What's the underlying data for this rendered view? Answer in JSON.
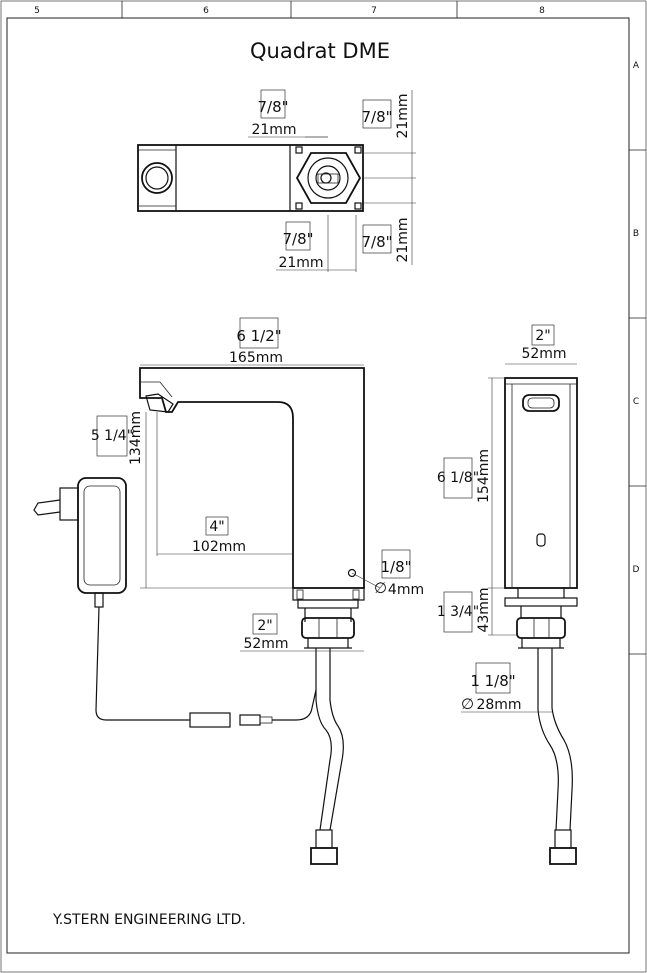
{
  "title": "Quadrat DME",
  "company": "Y.STERN ENGINEERING LTD.",
  "grid": {
    "columns": [
      "5",
      "6",
      "7",
      "8"
    ],
    "rows": [
      "A",
      "B",
      "C",
      "D"
    ]
  },
  "dimensions": {
    "top_view": {
      "offset_top": {
        "inch": "7/8\"",
        "mm": "21mm"
      },
      "offset_bottom": {
        "inch": "7/8\"",
        "mm": "21mm"
      },
      "side_top": {
        "inch": "7/8\"",
        "mm": "21mm"
      },
      "side_bottom": {
        "inch": "7/8\"",
        "mm": "21mm"
      }
    },
    "side_view": {
      "length": {
        "inch": "6 1/2\"",
        "mm": "165mm"
      },
      "height": {
        "inch": "5 1/4\"",
        "mm": "134mm"
      },
      "reach": {
        "inch": "4\"",
        "mm": "102mm"
      },
      "hole": {
        "inch": "1/8\"",
        "mm": "4mm"
      },
      "base": {
        "inch": "2\"",
        "mm": "52mm"
      }
    },
    "front_view": {
      "width": {
        "inch": "2\"",
        "mm": "52mm"
      },
      "height": {
        "inch": "6 1/8\"",
        "mm": "154mm"
      },
      "shank": {
        "inch": "1 3/4\"",
        "mm": "43mm"
      },
      "thread": {
        "inch": "1 1/8\"",
        "mm": "28mm"
      }
    }
  }
}
